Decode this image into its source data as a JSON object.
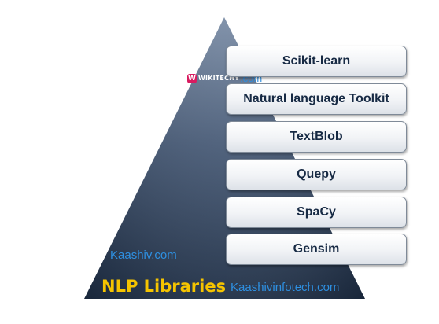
{
  "diagram": {
    "title": "NLP Libraries",
    "tiers": [
      {
        "label": "Scikit-learn"
      },
      {
        "label": "Natural language Toolkit"
      },
      {
        "label": "TextBlob"
      },
      {
        "label": "Quepy"
      },
      {
        "label": "SpaCy"
      },
      {
        "label": "Gensim"
      }
    ]
  },
  "watermarks": {
    "left": "Kaashiv.com",
    "bottom": "Kaashivinfotech.com",
    "logo_mark": "W",
    "logo_word": "WIKITECHY",
    "logo_tld": ".com"
  },
  "colors": {
    "pyramid_top": "#7b8da6",
    "pyramid_bottom": "#1c2c43",
    "title": "#f5c400",
    "watermark": "#2e8fe0",
    "tier_text": "#172a44"
  }
}
